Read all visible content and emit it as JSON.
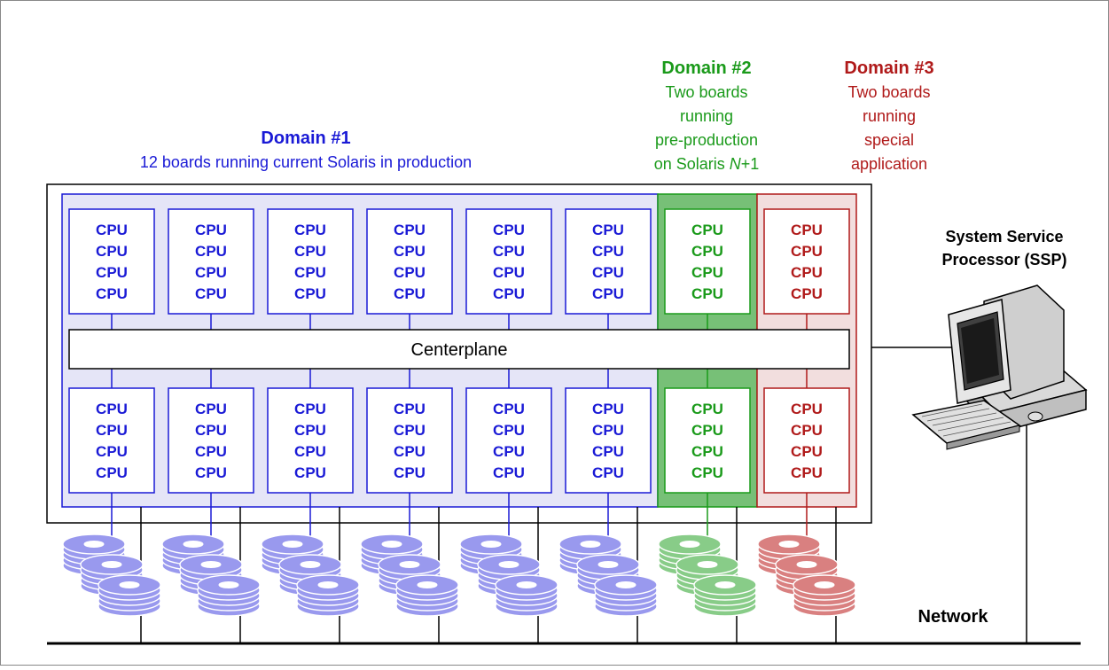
{
  "domains": [
    {
      "title": "Domain #1",
      "lines": [
        "12 boards running current Solaris in production"
      ],
      "color": "#1a1ad6",
      "fill": "#e5e5f7",
      "disk_color": "#9999ee",
      "boards": 6
    },
    {
      "title": "Domain #2",
      "lines": [
        "Two boards",
        "running",
        "pre-production"
      ],
      "last_line": {
        "prefix": "on Solaris ",
        "em": "N",
        "suffix": "+1"
      },
      "color": "#1a9a1a",
      "fill": "#77c077",
      "disk_color": "#88cc88",
      "boards": 1
    },
    {
      "title": "Domain #3",
      "lines": [
        "Two boards",
        "running",
        "special",
        "application"
      ],
      "color": "#b01a1a",
      "fill": "#f2dede",
      "disk_color": "#d98080",
      "boards": 1
    }
  ],
  "cpu_label": "CPU",
  "cpus_per_board": 4,
  "centerplane_label": "Centerplane",
  "ssp_label": [
    "System Service",
    "Processor (SSP)"
  ],
  "network_label": "Network"
}
